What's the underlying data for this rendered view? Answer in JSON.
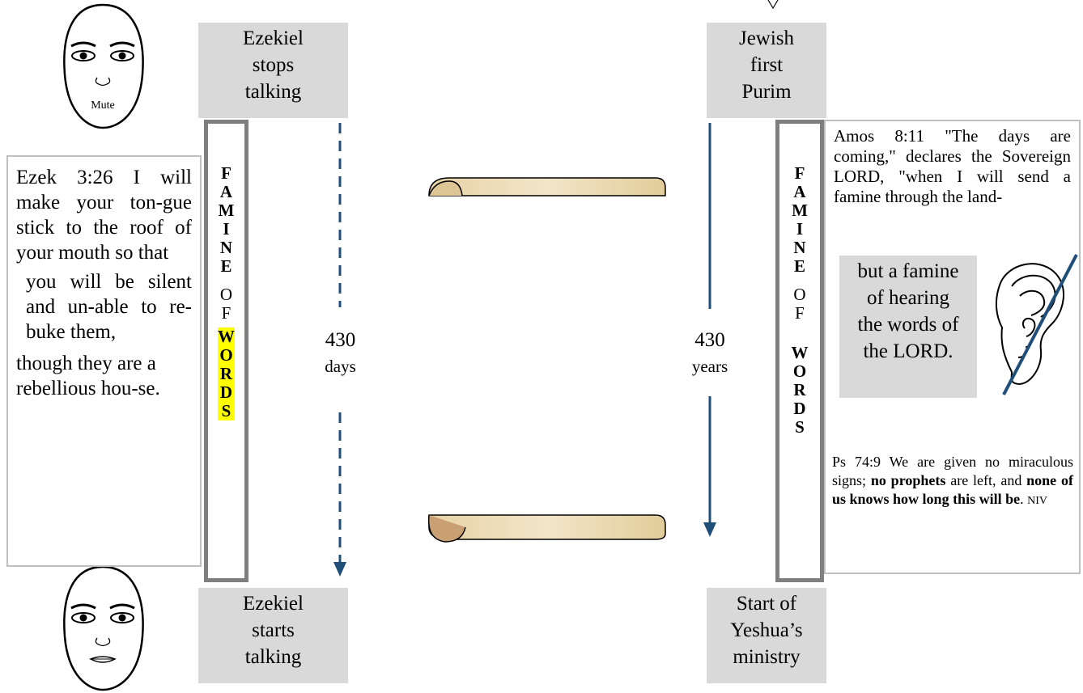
{
  "left": {
    "top_box": [
      "Ezekiel",
      "stops",
      "talking"
    ],
    "bottom_box": [
      "Ezekiel",
      "starts",
      "talking"
    ],
    "mute_label": "Mute",
    "quote": {
      "part1": "Ezek 3:26 I will make your ton-gue stick to the roof of your mouth so that",
      "part2": "you will be silent and un-able to re-buke them,",
      "part3": "though they are a rebellious hou-se."
    },
    "column": {
      "letters1": [
        "F",
        "A",
        "M",
        "I",
        "N",
        "E"
      ],
      "word_of": [
        "O",
        "F"
      ],
      "letters2": [
        "W",
        "O",
        "R",
        "D",
        "S"
      ]
    },
    "span": {
      "value": "430",
      "unit": "days"
    }
  },
  "right": {
    "top_box": [
      "Jewish",
      "first",
      "Purim"
    ],
    "bottom_box": [
      "Start of",
      "Yeshua’s",
      "ministry"
    ],
    "column": {
      "letters1": [
        "F",
        "A",
        "M",
        "I",
        "N",
        "E"
      ],
      "word_of": [
        "O",
        "F"
      ],
      "letters2": [
        "W",
        "O",
        "R",
        "D",
        "S"
      ]
    },
    "span": {
      "value": "430",
      "unit": "years"
    },
    "amos": "Amos 8:11 \"The days are coming,\" declares the Sovereign LORD, \"when I will send a famine through the land-",
    "amos_box": [
      "but a famine",
      "of hearing",
      "the words of",
      "the LORD."
    ],
    "psalm": {
      "t1": "Ps 74:9 We are given no miraculous signs; ",
      "b1": "no prophets",
      "t2": " are left, and ",
      "b2": "none of us knows how long this will be",
      "t3": ". ",
      "small": "NIV"
    }
  },
  "colors": {
    "gray_box": "#d9d9d9",
    "column_border": "#7f7f7f",
    "arrow": "#1f4e79",
    "highlight": "#ffff00",
    "scroll": "#e8d8b0"
  }
}
